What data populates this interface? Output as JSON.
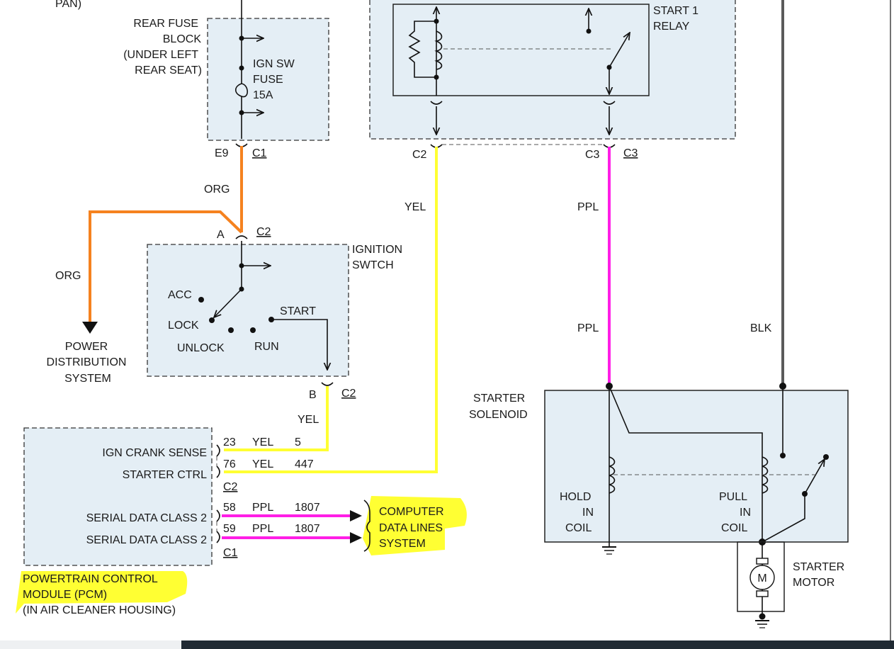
{
  "title_fragment": "PAN)",
  "fuse_block": {
    "label": [
      "REAR FUSE",
      "BLOCK",
      "(UNDER LEFT",
      "REAR SEAT)"
    ],
    "fuse": [
      "IGN SW",
      "FUSE",
      "15A"
    ],
    "pin": "E9",
    "conn": "C1"
  },
  "relay": {
    "label": [
      "START 1",
      "RELAY"
    ],
    "conn_left": "C2",
    "conn_right_a": "C3",
    "conn_right_b": "C3"
  },
  "wires": {
    "org1": "ORG",
    "org2": "ORG",
    "yel_relay": "YEL",
    "yel_ign": "YEL",
    "ppl1": "PPL",
    "ppl2": "PPL",
    "blk": "BLK"
  },
  "ignition": {
    "label": [
      "IGNITION",
      "SWTCH"
    ],
    "pin_top": "A",
    "conn_top": "C2",
    "pin_bot": "B",
    "conn_bot": "C2",
    "positions": {
      "acc": "ACC",
      "lock": "LOCK",
      "unlock": "UNLOCK",
      "run": "RUN",
      "start": "START"
    }
  },
  "power_dist": [
    "POWER",
    "DISTRIBUTION",
    "SYSTEM"
  ],
  "pcm": {
    "rows": [
      {
        "name": "IGN CRANK SENSE",
        "pin": "23",
        "color": "YEL",
        "circuit": "5"
      },
      {
        "name": "STARTER CTRL",
        "pin": "76",
        "color": "YEL",
        "circuit": "447"
      },
      {
        "name": "SERIAL DATA CLASS 2",
        "pin": "58",
        "color": "PPL",
        "circuit": "1807"
      },
      {
        "name": "SERIAL DATA CLASS 2",
        "pin": "59",
        "color": "PPL",
        "circuit": "1807"
      }
    ],
    "conn_c2": "C2",
    "conn_c1": "C1",
    "label": [
      "POWERTRAIN CONTROL",
      "MODULE (PCM)",
      "(IN AIR CLEANER HOUSING)"
    ]
  },
  "computer_data": [
    "COMPUTER",
    "DATA LINES",
    "SYSTEM"
  ],
  "solenoid": {
    "label": [
      "STARTER",
      "SOLENOID"
    ],
    "hold": [
      "HOLD",
      "IN",
      "COIL"
    ],
    "pull": [
      "PULL",
      "IN",
      "COIL"
    ]
  },
  "motor": {
    "symbol": "M",
    "label": [
      "STARTER",
      "MOTOR"
    ]
  },
  "colors": {
    "org": "#f5821f",
    "yel": "#ffff33",
    "ppl": "#ff1ee6",
    "blk": "#5a5a5a",
    "highlight": "#ffff33"
  }
}
